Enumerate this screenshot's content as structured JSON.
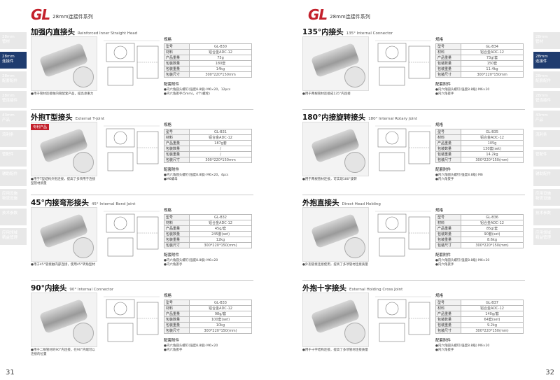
{
  "left": {
    "brand": "GL",
    "series": "28mm连接件系列",
    "page_number": "31",
    "sidebar": [
      {
        "label": "28mm\n管材"
      },
      {
        "label": "28mm\n连接件"
      },
      {
        "label": "28mm\n配套配件"
      },
      {
        "label": "28mm\n管连接件"
      },
      {
        "label": "43mm\n产品"
      },
      {
        "label": "流利条"
      },
      {
        "label": "管配件"
      },
      {
        "label": "辅助配件"
      },
      {
        "label": "应用设施\n物流设施"
      },
      {
        "label": "技术参数"
      },
      {
        "label": "应用领域\n精益管理"
      }
    ],
    "sections": [
      {
        "title": "加强内直接头",
        "title_en": "Reinforced Inner Straight Head",
        "tag": "",
        "desc": "●用于管材连接做内管配套产品，提高承重力",
        "specs": {
          "heading": "规格",
          "rows": [
            {
              "k": "型号",
              "v": "GL-B30"
            },
            {
              "k": "材料",
              "v": "铝合金ADC-12"
            },
            {
              "k": "产品重量",
              "v": "75g"
            },
            {
              "k": "包装数量",
              "v": "180套"
            },
            {
              "k": "包装重量",
              "v": "14kg"
            },
            {
              "k": "包装尺寸",
              "v": "300*220*150mm"
            }
          ],
          "acc_heading": "配套附件",
          "acc": [
            "●内六角圆头螺钉(强度8.8级) M6×20，12pcs",
            "●内六角扳手(5mm)，4个(螺栓)"
          ]
        }
      },
      {
        "title": "外抱T型接头",
        "title_en": "External T-joint",
        "tag": "专利产品",
        "desc": "●用于T型结构外抱连接，提高了多项用于连接型管材质量",
        "specs": {
          "heading": "规格",
          "rows": [
            {
              "k": "型号",
              "v": "GL-B31"
            },
            {
              "k": "材料",
              "v": "铝合金ADC-12"
            },
            {
              "k": "产品重量",
              "v": "187g套"
            },
            {
              "k": "包装数量",
              "v": "/"
            },
            {
              "k": "包装重量",
              "v": "/"
            },
            {
              "k": "包装尺寸",
              "v": "300*220*150mm"
            }
          ],
          "acc_heading": "配套附件",
          "acc": [
            "●内六角圆头螺钉(强度8.8级) M6×20，4pcs",
            "●M6螺母"
          ]
        }
      },
      {
        "title": "45°内接弯形接头",
        "title_en": "45°  Internal Bend Joint",
        "tag": "",
        "desc": "●用于45°管接触内部连接，使用45°转角型材",
        "specs": {
          "heading": "规格",
          "rows": [
            {
              "k": "型号",
              "v": "GL-B32"
            },
            {
              "k": "材料",
              "v": "铝合金ADC-12"
            },
            {
              "k": "产品重量",
              "v": "45g/套"
            },
            {
              "k": "包装数量",
              "v": "245套(set)"
            },
            {
              "k": "包装重量",
              "v": "12kg"
            },
            {
              "k": "包装尺寸",
              "v": "300*220*150(mm)"
            }
          ],
          "acc_heading": "配套附件",
          "acc": [
            "●内六角圆头螺钉(强度8.8级) M6×20",
            "●内六角扳手"
          ]
        }
      },
      {
        "title": "90°内接头",
        "title_en": "90°  Internal Connector",
        "tag": "",
        "desc": "●用于二根管材的90°内连接，在90°内端可以连接的位置",
        "specs": {
          "heading": "规格",
          "rows": [
            {
              "k": "型号",
              "v": "GL-B33"
            },
            {
              "k": "材料",
              "v": "铝合金ADC-12"
            },
            {
              "k": "产品重量",
              "v": "98g/套"
            },
            {
              "k": "包装数量",
              "v": "100套(set)"
            },
            {
              "k": "包装重量",
              "v": "10kg"
            },
            {
              "k": "包装尺寸",
              "v": "300*220*150(mm)"
            }
          ],
          "acc_heading": "配套附件",
          "acc": [
            "●内六角圆头螺钉(强度8.8级) M6×20",
            "●内六角扳手"
          ]
        }
      }
    ]
  },
  "right": {
    "brand": "GL",
    "series": "28mm连接件系列",
    "page_number": "32",
    "sidebar": [
      {
        "label": "28mm\n管材"
      },
      {
        "label": "28mm\n连接件"
      },
      {
        "label": "28mm\n配套配件"
      },
      {
        "label": "28mm\n管连接件"
      },
      {
        "label": "43mm\n产品"
      },
      {
        "label": "流利条"
      },
      {
        "label": "管配件"
      },
      {
        "label": "辅助配件"
      },
      {
        "label": "应用设施\n物流设施"
      },
      {
        "label": "技术参数"
      },
      {
        "label": "应用领域\n精益管理"
      }
    ],
    "sections": [
      {
        "title": "135°内接头",
        "title_en": "135°  Internal Connector",
        "tag": "",
        "desc": "●用于两根管材连接成135°内连接",
        "specs": {
          "heading": "规格",
          "rows": [
            {
              "k": "型号",
              "v": "GL-B34"
            },
            {
              "k": "材料",
              "v": "铝合金ADC-12"
            },
            {
              "k": "产品重量",
              "v": "73g/套"
            },
            {
              "k": "包装数量",
              "v": "150套"
            },
            {
              "k": "包装重量",
              "v": "11.4kg"
            },
            {
              "k": "包装尺寸",
              "v": "300*220*150mm"
            }
          ],
          "acc_heading": "配套附件",
          "acc": [
            "●内六角圆头螺钉(强度8.8级) M6×20",
            "●内六角扳手"
          ]
        }
      },
      {
        "title": "180°内接旋转接头",
        "title_en": "180°  Internal Rotary Joint",
        "tag": "",
        "desc": "●用于两根管材连接，可实现180°旋转",
        "specs": {
          "heading": "规格",
          "rows": [
            {
              "k": "型号",
              "v": "GL-B35"
            },
            {
              "k": "材料",
              "v": "铝合金ADC-12"
            },
            {
              "k": "产品重量",
              "v": "105g"
            },
            {
              "k": "包装数量",
              "v": "130套(set)"
            },
            {
              "k": "包装重量",
              "v": "14.2kg"
            },
            {
              "k": "包装尺寸",
              "v": "300*220*150(mm)"
            }
          ],
          "acc_heading": "配套附件",
          "acc": [
            "●内六角圆头螺钉(强度8.8级) M6",
            "●内六角扳手"
          ]
        }
      },
      {
        "title": "外抱直接头",
        "title_en": "Direct Head Holding",
        "tag": "",
        "desc": "●外抱管接连接使用，提高了多项管材连接质量",
        "specs": {
          "heading": "规格",
          "rows": [
            {
              "k": "型号",
              "v": "GL-B36"
            },
            {
              "k": "材料",
              "v": "铝合金ADC-12"
            },
            {
              "k": "产品重量",
              "v": "85g/套"
            },
            {
              "k": "包装数量",
              "v": "90套(set)"
            },
            {
              "k": "包装重量",
              "v": "8.6kg"
            },
            {
              "k": "包装尺寸",
              "v": "300*220*150(mm)"
            }
          ],
          "acc_heading": "配套附件",
          "acc": [
            "●内六角圆头螺钉(强度8.8级) M6×20",
            "●内六角扳手"
          ]
        }
      },
      {
        "title": "外抱十字接头",
        "title_en": "External Holding Cross Joint",
        "tag": "",
        "desc": "●用于十字结构连接，提高了多项管材连接质量",
        "specs": {
          "heading": "规格",
          "rows": [
            {
              "k": "型号",
              "v": "GL-B37"
            },
            {
              "k": "材料",
              "v": "铝合金ADC-12"
            },
            {
              "k": "产品重量",
              "v": "140g/套"
            },
            {
              "k": "包装数量",
              "v": "64套(set)"
            },
            {
              "k": "包装重量",
              "v": "9.2kg"
            },
            {
              "k": "包装尺寸",
              "v": "300*220*150(mm)"
            }
          ],
          "acc_heading": "配套附件",
          "acc": [
            "●内六角圆头螺钉(强度8.8级) M6×20",
            "●内六角扳手"
          ]
        }
      }
    ]
  }
}
